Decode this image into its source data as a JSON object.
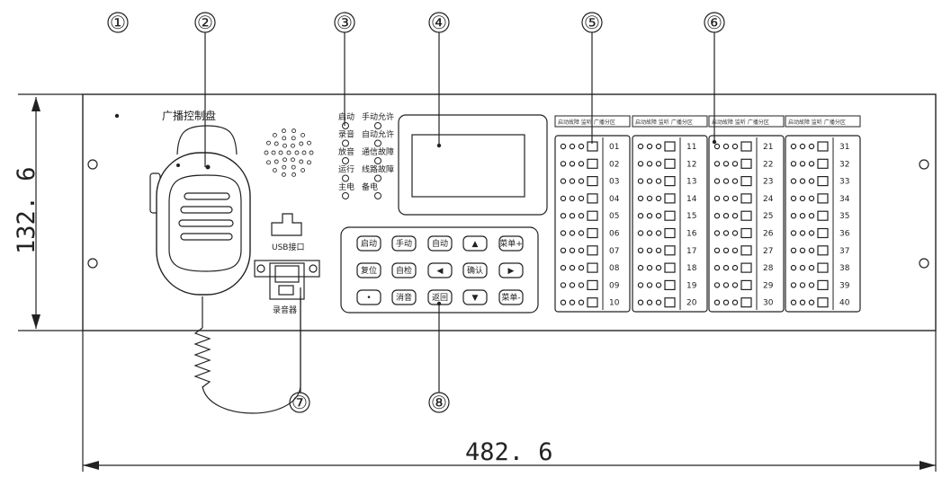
{
  "callouts": [
    "①",
    "②",
    "③",
    "④",
    "⑤",
    "⑥",
    "⑦",
    "⑧"
  ],
  "dimensions": {
    "height": "132. 6",
    "width": "482. 6"
  },
  "panel": {
    "title": "广播控制盘",
    "usb_label": "USB接口",
    "recorder_label": "录音器"
  },
  "indicators": {
    "left": [
      "启动",
      "录音",
      "放音",
      "运行",
      "主电"
    ],
    "right": [
      "手动允许",
      "自动允许",
      "通信故障",
      "线路故障",
      "备电"
    ]
  },
  "keypad": {
    "rows": [
      [
        "启动",
        "手动",
        "自动",
        "▲",
        "菜单+"
      ],
      [
        "复位",
        "自检",
        "◀",
        "确认",
        "▶"
      ],
      [
        "•",
        "消音",
        "返回",
        "▼",
        "菜单-"
      ]
    ]
  },
  "zones": {
    "header_label": "启动故障 监听 广播分区",
    "columns": [
      [
        "01",
        "02",
        "03",
        "04",
        "05",
        "06",
        "07",
        "08",
        "09",
        "10"
      ],
      [
        "11",
        "12",
        "13",
        "14",
        "15",
        "16",
        "17",
        "18",
        "19",
        "20"
      ],
      [
        "21",
        "22",
        "23",
        "24",
        "25",
        "26",
        "27",
        "28",
        "29",
        "30"
      ],
      [
        "31",
        "32",
        "33",
        "34",
        "35",
        "36",
        "37",
        "38",
        "39",
        "40"
      ]
    ]
  }
}
